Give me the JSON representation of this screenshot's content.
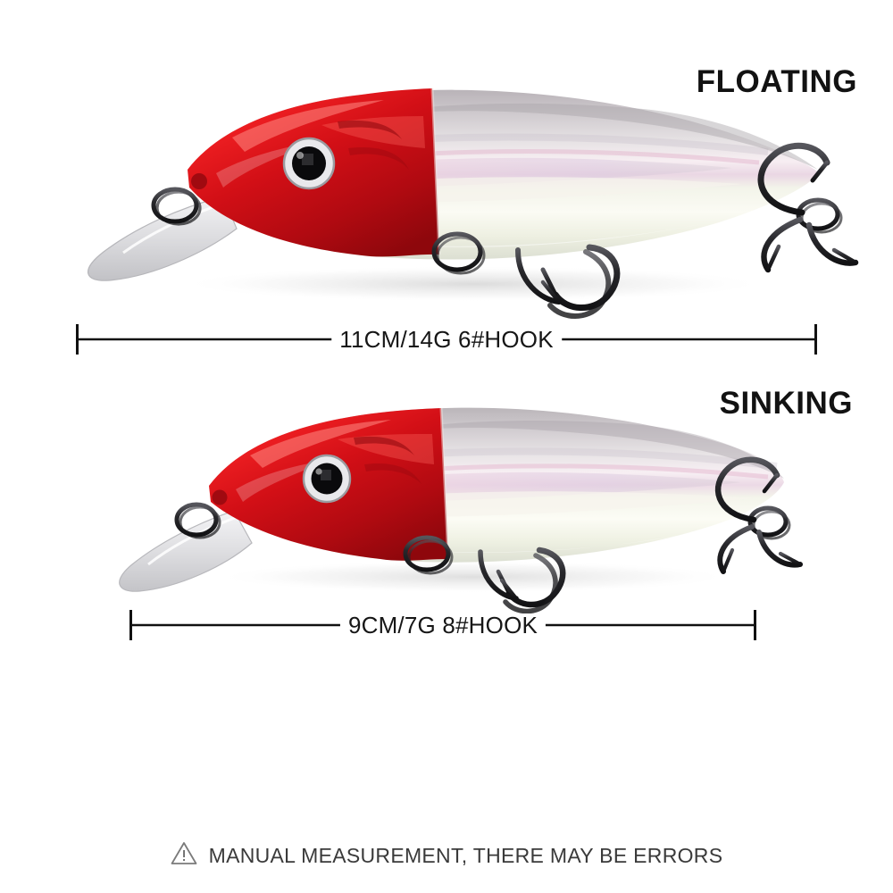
{
  "background_color": "#ffffff",
  "product": {
    "type": "hard-body minnow fishing lure",
    "head_color": "#d4141a",
    "body_color": "#f2f0ee",
    "hook_color": "#2b2b2e"
  },
  "variants": [
    {
      "id": "floating",
      "label": "FLOATING",
      "spec_text": "11CM/14G 6#HOOK",
      "length_cm": 11,
      "weight_g": 14,
      "hook_size": "6#"
    },
    {
      "id": "sinking",
      "label": "SINKING",
      "spec_text": "9CM/7G 8#HOOK",
      "length_cm": 9,
      "weight_g": 7,
      "hook_size": "8#"
    }
  ],
  "footer": {
    "icon": "warning-triangle-icon",
    "note": "MANUAL MEASUREMENT, THERE MAY BE ERRORS"
  }
}
